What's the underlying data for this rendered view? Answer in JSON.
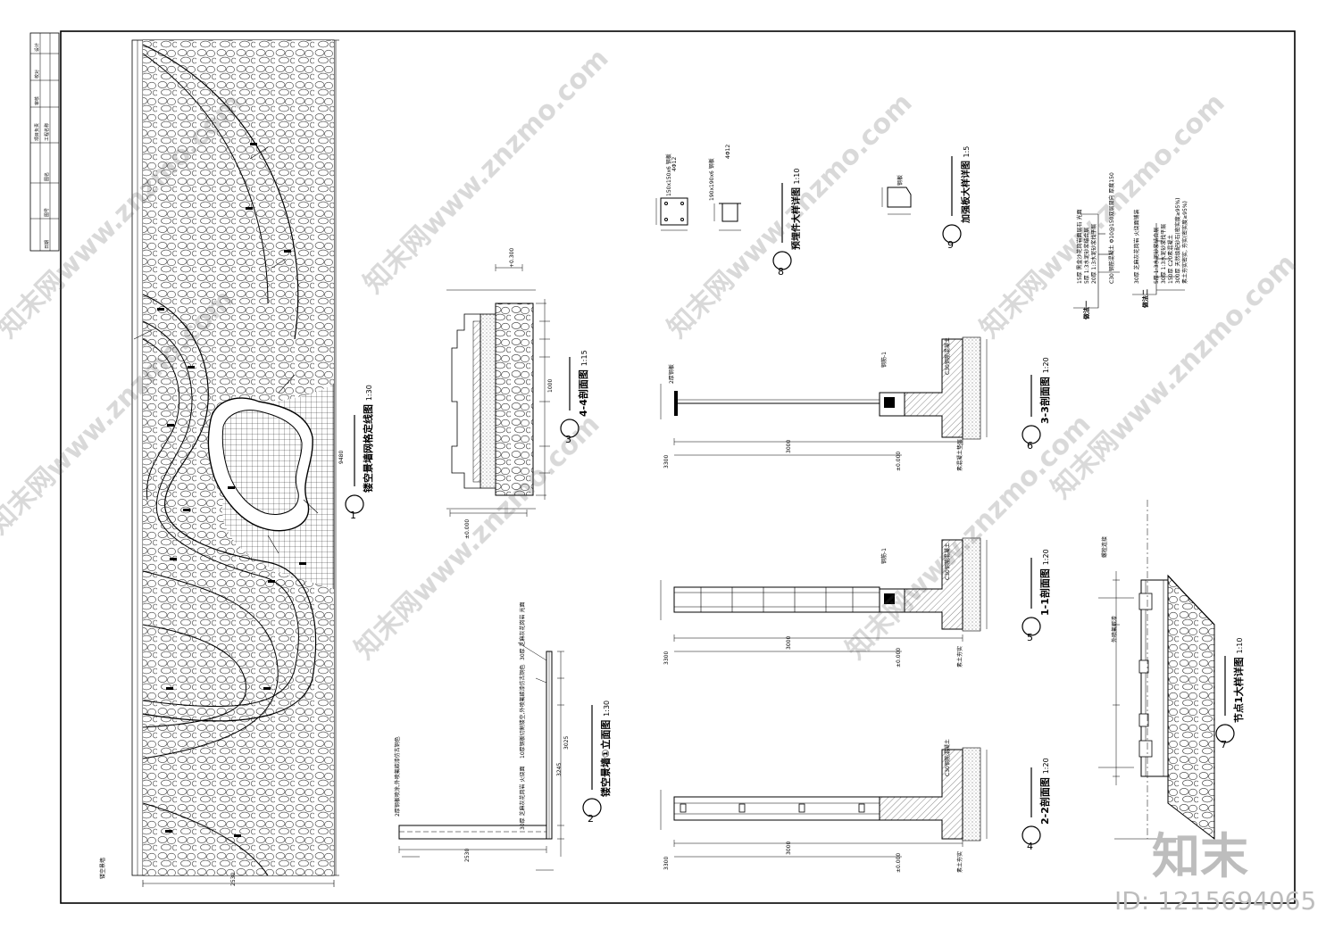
{
  "watermark": {
    "text": "知末网www.znzmo.com",
    "brand": "知末",
    "id": "ID: 1215694065"
  },
  "titles": {
    "t1": {
      "num": "1",
      "name": "镂空景墙网格定线图",
      "scale": "1:30"
    },
    "t2": {
      "num": "2",
      "name": "镂空景墙①立面图",
      "scale": "1:30"
    },
    "t3": {
      "num": "3",
      "name": "4-4剖面图",
      "scale": "1:15"
    },
    "t4": {
      "num": "4",
      "name": "2-2剖面图",
      "scale": "1:20"
    },
    "t5": {
      "num": "5",
      "name": "1-1剖面图",
      "scale": "1:20"
    },
    "t6": {
      "num": "6",
      "name": "3-3剖面图",
      "scale": "1:20"
    },
    "t7": {
      "num": "7",
      "name": "节点1大样详图",
      "scale": "1:10"
    },
    "t8": {
      "num": "8",
      "name": "预埋件大样详图",
      "scale": "1:10"
    },
    "t9": {
      "num": "9",
      "name": "加强板大样详图",
      "scale": "1:5"
    }
  },
  "dims": {
    "grid_total_h": "9480",
    "grid_total_w": "2530",
    "elev_h1": "3025",
    "elev_h2": "3245",
    "elev_w": "2530",
    "sec_span": "3000",
    "sec_h": "3300",
    "sec_base": "±0.000",
    "plate1": "150x150x6 钢板",
    "plate2": "190x190x6 钢板",
    "rebar": "4Φ12",
    "sec3_w": "1000",
    "sec3_top": "+0.300",
    "sec3_bot": "±0.000"
  },
  "notes": {
    "n1_title": "做法一",
    "n1": [
      "15厚 黑金沙花岗岩面层石 光面",
      "5厚 1:3水泥砂浆结合层",
      "20厚 1:3水泥砂浆找平层",
      "C30 钢筋混凝土 Φ10@150双层双向 厚度150"
    ],
    "n2_title": "做法二",
    "n2": [
      "30厚 芝麻灰花岗岩 火烧面铺装",
      "5厚 1:3水泥砂浆结合层",
      "30厚 1:3水泥砂浆找平层",
      "150厚 C20素混凝土",
      "300厚 天然级配砂石(密实度≥95%)",
      "素土夯实密实, 夯实(密实度≥95%)"
    ]
  },
  "labels": {
    "wall_label": "镂空景墙",
    "elev_note1": "2厚钢板喷涂,外喷氟碳漆仿古铜色",
    "elev_note2": "10厚钢板切割镂空,外喷氟碳漆仿古铜色",
    "elev_note3": "30厚 芝麻灰花岗岩 火烧面",
    "elev_note4": "30厚 芝麻灰花岗岩 光面",
    "sec_note1": "2厚钢板",
    "sec_note2": "C30钢筋混凝土",
    "sec_note3": "素混凝土垫层",
    "sec_note4": "钢筋-1",
    "sec_note5": "素土夯实",
    "node_note1": "螺栓连接",
    "node_note2": "外喷氟碳漆",
    "detail_note": "钢板",
    "titleblock": [
      "设计",
      "校对",
      "审核",
      "项目负责",
      "工程名称",
      "图名",
      "图号",
      "日期"
    ]
  }
}
